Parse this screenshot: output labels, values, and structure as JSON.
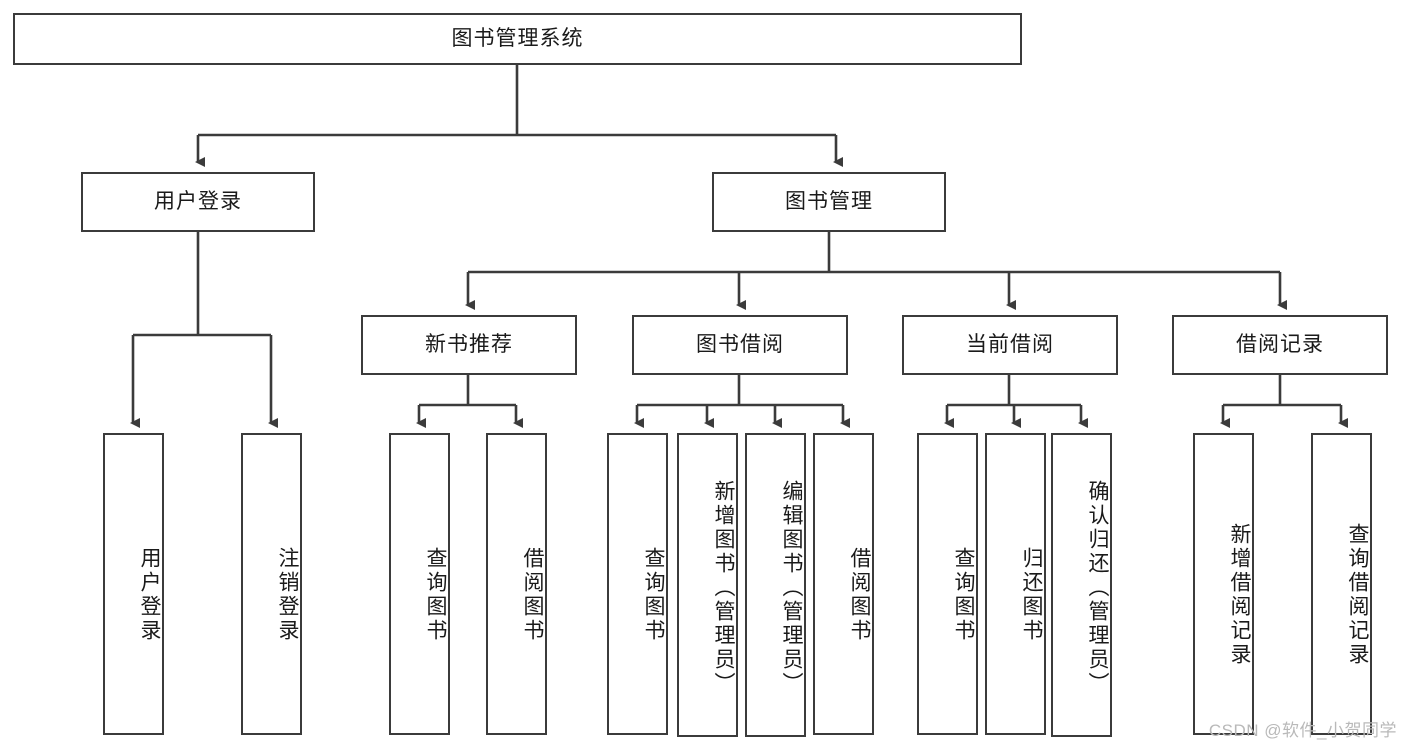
{
  "diagram": {
    "type": "tree-hierarchy-chart",
    "title": "图书管理系统",
    "stroke_color": "#3b3b3b",
    "background_color": "#ffffff",
    "text_color": "#1a1a1a",
    "levels": [
      {
        "level": 1,
        "nodes": [
          {
            "id": "root",
            "label": "图书管理系统",
            "orientation": "horizontal"
          }
        ]
      },
      {
        "level": 2,
        "nodes": [
          {
            "id": "login",
            "label": "用户登录",
            "orientation": "horizontal",
            "parent": "root"
          },
          {
            "id": "bookmgmt",
            "label": "图书管理",
            "orientation": "horizontal",
            "parent": "root"
          }
        ]
      },
      {
        "level": 3,
        "nodes": [
          {
            "id": "newbook",
            "label": "新书推荐",
            "orientation": "horizontal",
            "parent": "bookmgmt"
          },
          {
            "id": "borrow",
            "label": "图书借阅",
            "orientation": "horizontal",
            "parent": "bookmgmt"
          },
          {
            "id": "current",
            "label": "当前借阅",
            "orientation": "horizontal",
            "parent": "bookmgmt"
          },
          {
            "id": "records",
            "label": "借阅记录",
            "orientation": "horizontal",
            "parent": "bookmgmt"
          }
        ]
      },
      {
        "level": 4,
        "nodes": [
          {
            "id": "leaf-user-login",
            "label": "用户登录",
            "orientation": "vertical",
            "parent": "login"
          },
          {
            "id": "leaf-user-logout",
            "label": "注销登录",
            "orientation": "vertical",
            "parent": "login"
          },
          {
            "id": "leaf-nb-query",
            "label": "查询图书",
            "orientation": "vertical",
            "parent": "newbook"
          },
          {
            "id": "leaf-nb-borrow",
            "label": "借阅图书",
            "orientation": "vertical",
            "parent": "newbook"
          },
          {
            "id": "leaf-bl-query",
            "label": "查询图书",
            "orientation": "vertical",
            "parent": "borrow"
          },
          {
            "id": "leaf-bl-add",
            "label": "新增图书（管理员）",
            "orientation": "vertical",
            "parent": "borrow"
          },
          {
            "id": "leaf-bl-edit",
            "label": "编辑图书（管理员）",
            "orientation": "vertical",
            "parent": "borrow"
          },
          {
            "id": "leaf-bl-borrow",
            "label": "借阅图书",
            "orientation": "vertical",
            "parent": "borrow"
          },
          {
            "id": "leaf-cur-query",
            "label": "查询图书",
            "orientation": "vertical",
            "parent": "current"
          },
          {
            "id": "leaf-cur-return",
            "label": "归还图书",
            "orientation": "vertical",
            "parent": "current"
          },
          {
            "id": "leaf-cur-confirm",
            "label": "确认归还（管理员）",
            "orientation": "vertical",
            "parent": "current"
          },
          {
            "id": "leaf-rec-add",
            "label": "新增借阅记录",
            "orientation": "vertical",
            "parent": "records"
          },
          {
            "id": "leaf-rec-query",
            "label": "查询借阅记录",
            "orientation": "vertical",
            "parent": "records"
          }
        ]
      }
    ]
  },
  "watermark": {
    "text": "CSDN @软件_小贺同学"
  }
}
